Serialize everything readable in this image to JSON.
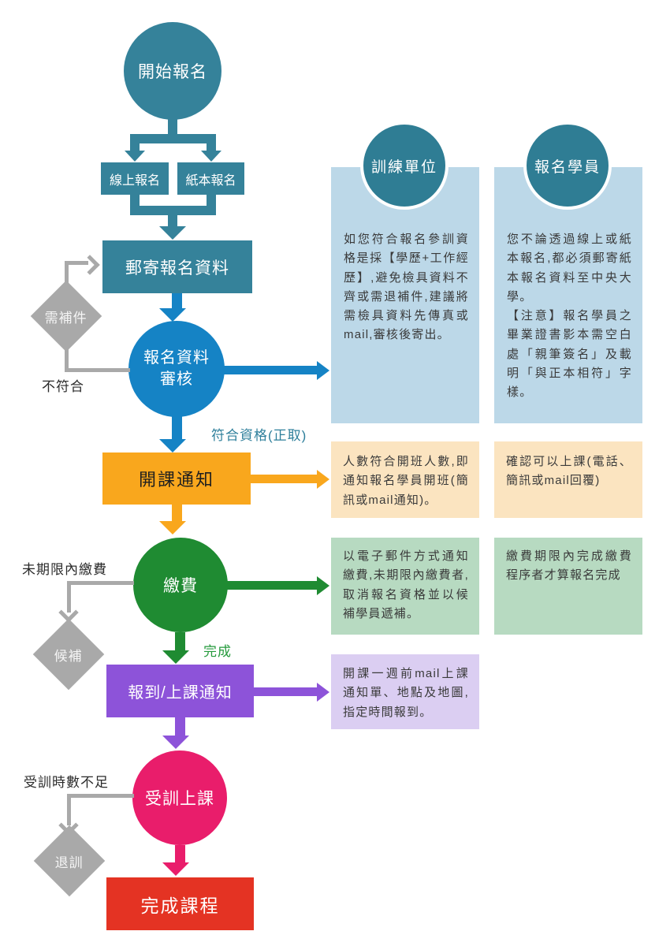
{
  "palette": {
    "teal": "#35829a",
    "teal_dark": "#2f7d94",
    "blue": "#1583c5",
    "orange": "#f9a71d",
    "green": "#1f8b32",
    "purple": "#8d53d9",
    "pink": "#e91d6b",
    "red": "#e43323",
    "gray": "#a9a9a9",
    "light_blue": "#bcd8e8",
    "light_orange": "#fbe4c0",
    "light_green": "#b7dac1",
    "light_purple": "#dbcef2"
  },
  "nodes": {
    "start": "開始報名",
    "online": "線上報名",
    "paper": "紙本報名",
    "mail": "郵寄報名資料",
    "review_line1": "報名資料",
    "review_line2": "審核",
    "notice": "開課通知",
    "pay": "繳費",
    "checkin": "報到/上課通知",
    "training": "受訓上課",
    "complete": "完成課程"
  },
  "decisions": {
    "supplement": "需補件",
    "waitlist": "候補",
    "withdraw": "退訓"
  },
  "edge_labels": {
    "not_qualified": "不符合",
    "qualified": "符合資格(正取)",
    "overdue": "未期限內繳費",
    "done": "完成",
    "insufficient": "受訓時數不足"
  },
  "headers": {
    "unit": "訓練單位",
    "student": "報名學員"
  },
  "notes": {
    "unit_review": "如您符合報名參訓資格是採【學歷+工作經歷】,避免檢具資料不齊或需退補件,建議將需檢具資料先傳真或mail,審核後寄出。",
    "student_review_p1": "您不論透過線上或紙本報名,都必須郵寄紙本報名資料至中央大學。",
    "student_review_p2": "【注意】報名學員之畢業證書影本需空白處「親筆簽名」及載明「與正本相符」字樣。",
    "unit_notice": "人數符合開班人數,即通知報名學員開班(簡訊或mail通知)。",
    "student_notice": "確認可以上課(電話、簡訊或mail回覆)",
    "unit_pay": "以電子郵件方式通知繳費,未期限內繳費者,取消報名資格並以候補學員遞補。",
    "student_pay": "繳費期限內完成繳費程序者才算報名完成",
    "unit_checkin": "開課一週前mail上課通知單、地點及地圖,指定時間報到。"
  }
}
